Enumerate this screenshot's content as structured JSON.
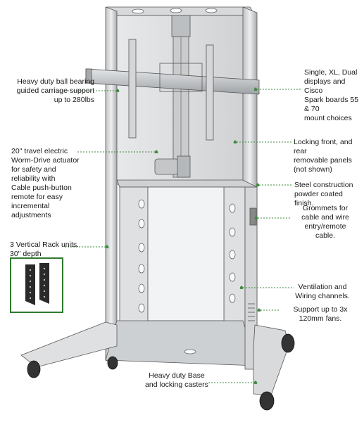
{
  "callouts": {
    "carriage": "Heavy duty ball bearing\nguided carriage support\nup to 280lbs",
    "displays": "Single, XL, Dual\ndisplays and Cisco\nSpark boards 55 & 70\nmount choices",
    "actuator": "20\" travel electric\nWorm-Drive actuator\nfor safety and\nreliability with\nCable push-button\nremote for easy\nincremental\nadjustments",
    "panels": "Locking front, and rear\nremovable panels\n(not shown)",
    "steel": "Steel construction\npowder coated finish.",
    "grommets": "Grommets for\ncable and wire\nentry/remote\ncable.",
    "rack": "3 Vertical Rack units.\n30\" depth",
    "ventilation": "Ventilation and\nWiring channels.",
    "fans": "Support up to 3x\n120mm fans.",
    "base": "Heavy duty Base\nand locking casters"
  },
  "colors": {
    "leader": "#3d8b3d",
    "frame": "#d9dadb",
    "frame_dark": "#9fa2a5",
    "rack_border": "#2e7a2e",
    "caster": "#3a3a3a"
  }
}
